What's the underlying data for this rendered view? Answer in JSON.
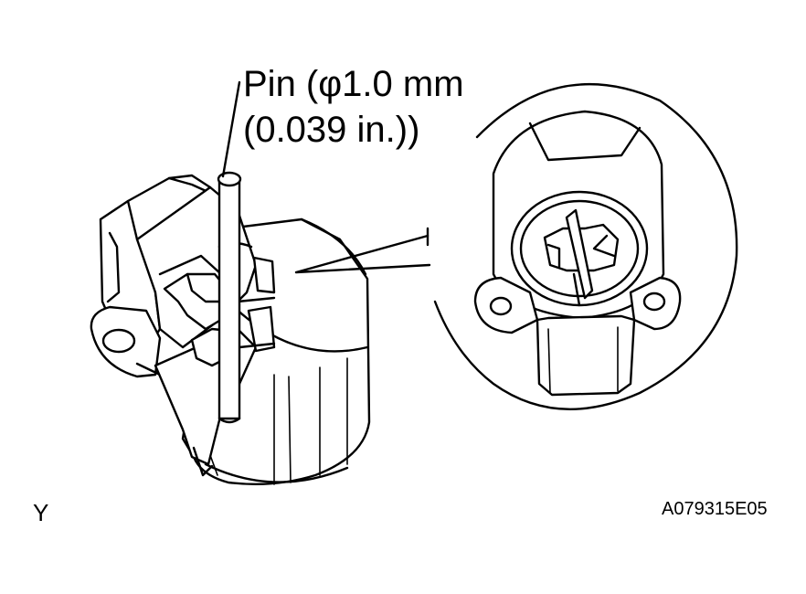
{
  "callout": {
    "line1": "Pin (φ1.0 mm",
    "line2": "(0.039 in.))"
  },
  "view_mark": "Y",
  "figure_id": "A079315E05",
  "colors": {
    "ink": "#000000",
    "paper": "#ffffff"
  }
}
